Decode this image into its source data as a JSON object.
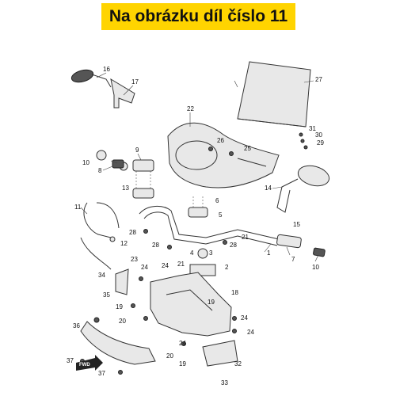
{
  "banner": {
    "text": "Na obrázku díl číslo 11",
    "color": "#ffd400"
  },
  "fwd_label": "FWD",
  "callouts": {
    "c1": "1",
    "c2": "2",
    "c3": "3",
    "c4": "4",
    "c5": "5",
    "c6": "6",
    "c7": "7",
    "c8": "8",
    "c9": "9",
    "c10a": "10",
    "c10b": "10",
    "c11": "11",
    "c12": "12",
    "c13": "13",
    "c14": "14",
    "c15": "15",
    "c16": "16",
    "c17": "17",
    "c18": "18",
    "c19a": "19",
    "c19b": "19",
    "c19c": "19",
    "c20a": "20",
    "c20b": "20",
    "c21a": "21",
    "c21b": "21",
    "c22": "22",
    "c23": "23",
    "c24a": "24",
    "c24b": "24",
    "c24c": "24",
    "c24d": "24",
    "c24e": "24",
    "c25": "25",
    "c26": "26",
    "c27": "27",
    "c28a": "28",
    "c28b": "28",
    "c28c": "28",
    "c29": "29",
    "c30": "30",
    "c31": "31",
    "c32": "32",
    "c33": "33",
    "c34": "34",
    "c35": "35",
    "c36": "36",
    "c37a": "37",
    "c37b": "37"
  }
}
